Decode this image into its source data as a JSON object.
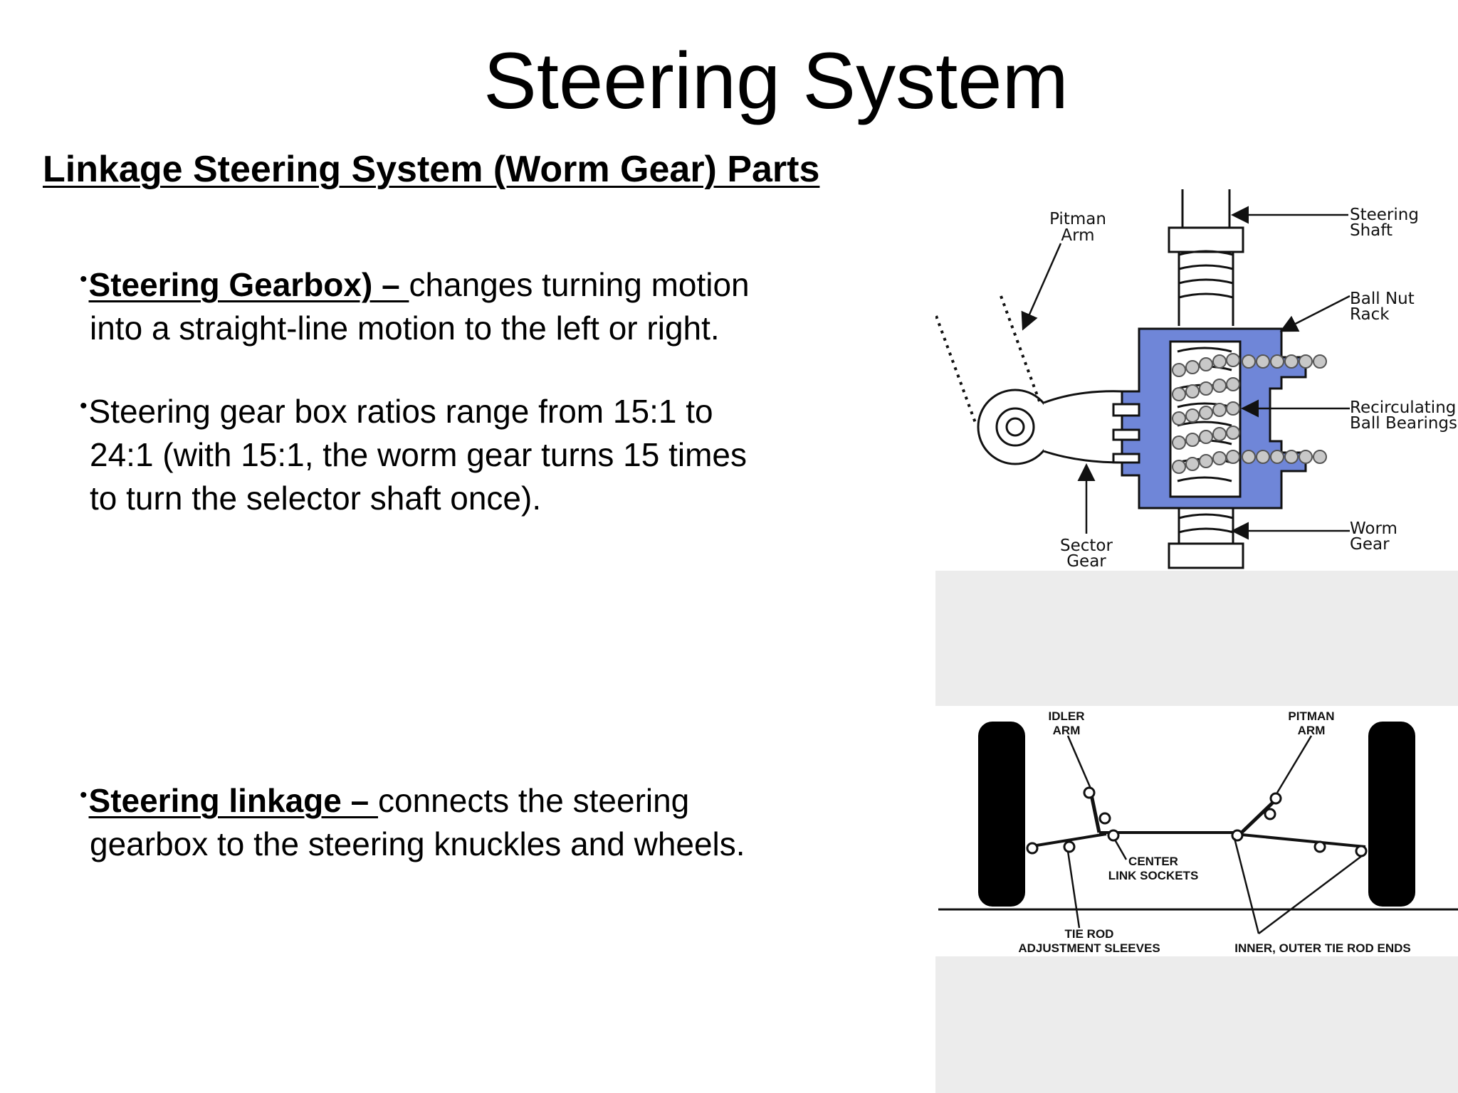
{
  "slide": {
    "title": "Steering System",
    "subtitle": "Linkage Steering System (Worm Gear) Parts"
  },
  "bullets": [
    {
      "term": "Steering Gearbox) – ",
      "line1": "changes turning motion",
      "line2": "into a straight-line motion to the left or right."
    },
    {
      "term": "",
      "line1": "Steering gear box ratios range from 15:1 to",
      "line2a": "24:1 (with 15:1, the worm gear turns 15 times",
      "line2b": "to turn the selector shaft once)."
    },
    {
      "term": "Steering linkage – ",
      "line1": "connects the steering",
      "line2": "gearbox to the steering knuckles and wheels."
    }
  ],
  "gearbox_diagram": {
    "labels": {
      "pitman_arm": [
        "Pitman",
        "Arm"
      ],
      "steering_shaft": [
        "Steering",
        "Shaft"
      ],
      "ball_nut_rack": [
        "Ball Nut",
        "Rack"
      ],
      "recirculating": [
        "Recirculating",
        "Ball Bearings"
      ],
      "worm_gear": [
        "Worm",
        "Gear"
      ],
      "sector_gear": [
        "Sector",
        "Gear"
      ]
    },
    "colors": {
      "housing": "#6f86d8",
      "balls": "#c8c8c8"
    }
  },
  "linkage_diagram": {
    "labels": {
      "idler_arm": [
        "IDLER",
        "ARM"
      ],
      "pitman_arm": [
        "PITMAN",
        "ARM"
      ],
      "center": [
        "CENTER",
        "LINK SOCKETS"
      ],
      "tie_rod": [
        "TIE ROD",
        "ADJUSTMENT SLEEVES"
      ],
      "ends": [
        "INNER, OUTER TIE ROD ENDS"
      ]
    }
  }
}
